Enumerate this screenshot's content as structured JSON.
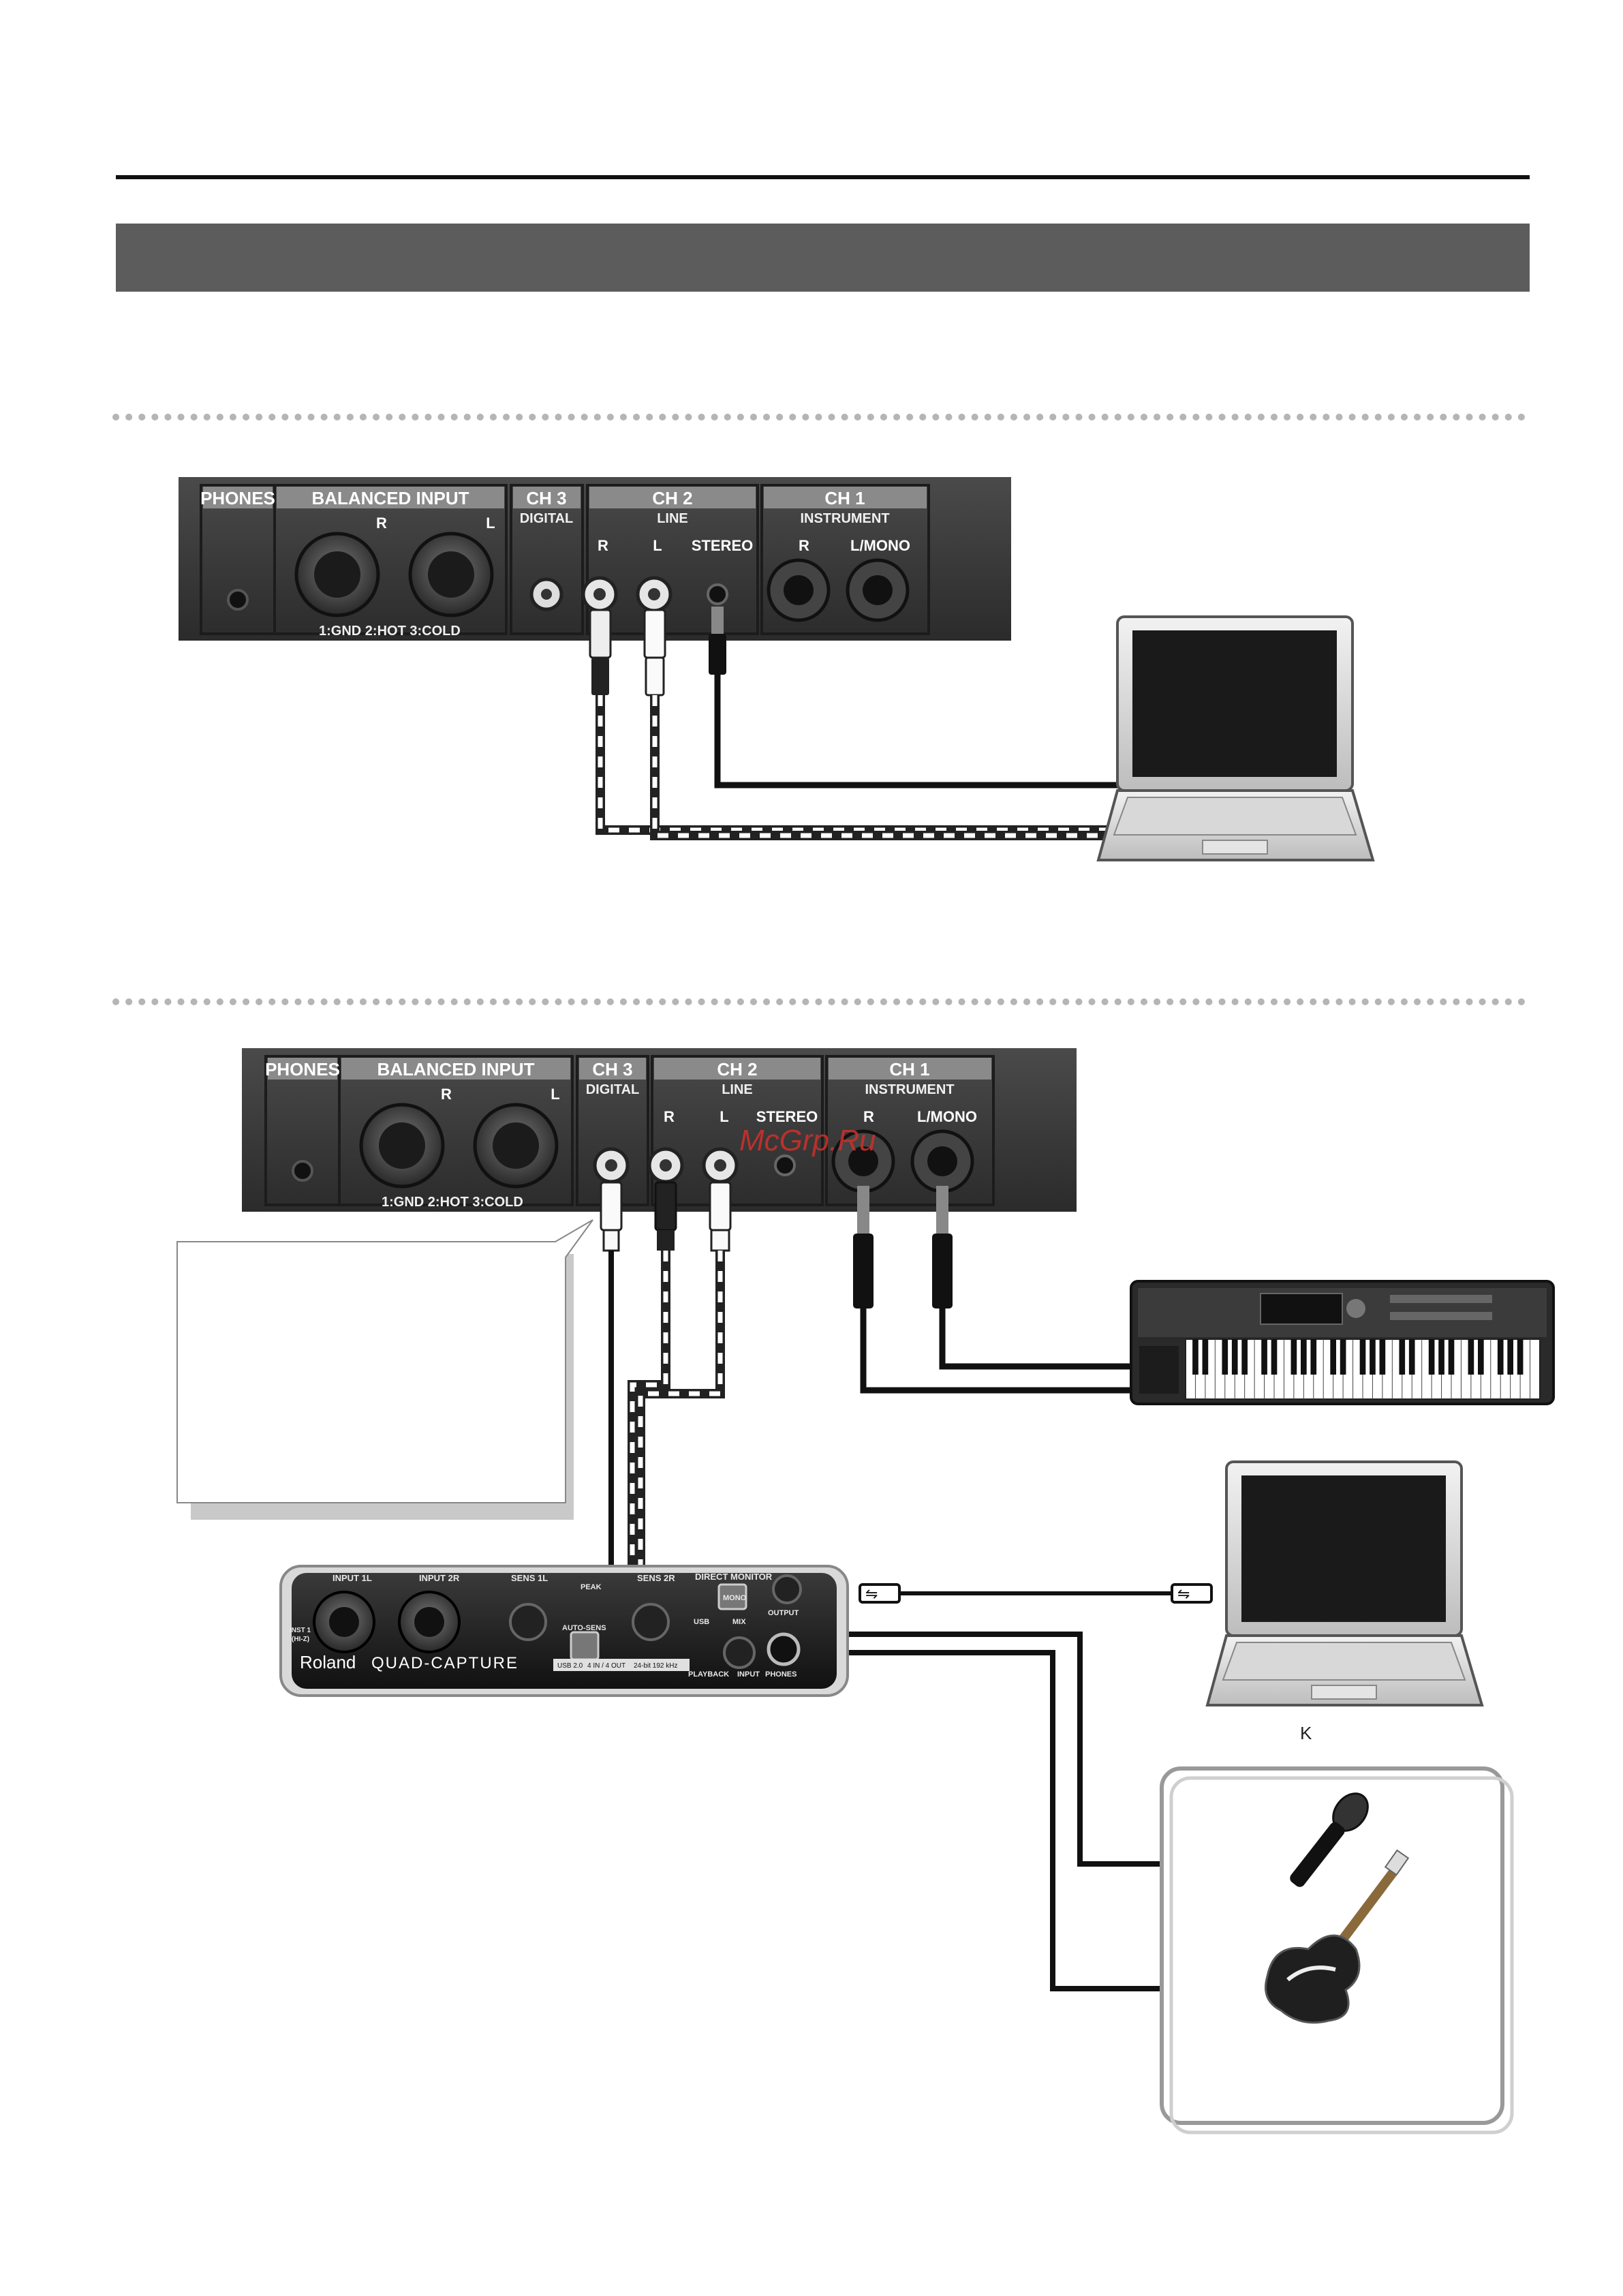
{
  "panel_top": {
    "phones": "PHONES",
    "balanced_input": "BALANCED INPUT",
    "balanced_r": "R",
    "balanced_l": "L",
    "pinout": "1:GND  2:HOT  3:COLD",
    "ch3": "CH 3",
    "ch3_sub": "DIGITAL",
    "ch2": "CH 2",
    "ch2_sub": "LINE",
    "ch2_r": "R",
    "ch2_l": "L",
    "ch2_stereo": "STEREO",
    "ch1": "CH 1",
    "ch1_sub": "INSTRUMENT",
    "ch1_r": "R",
    "ch1_lmono": "L/MONO"
  },
  "panel_bottom": {
    "phones": "PHONES",
    "balanced_input": "BALANCED INPUT",
    "balanced_r": "R",
    "balanced_l": "L",
    "pinout": "1:GND  2:HOT  3:COLD",
    "ch3": "CH 3",
    "ch3_sub": "DIGITAL",
    "ch2": "CH 2",
    "ch2_sub": "LINE",
    "ch2_r": "R",
    "ch2_l": "L",
    "ch2_stereo": "STEREO",
    "ch1": "CH 1",
    "ch1_sub": "INSTRUMENT",
    "ch1_r": "R",
    "ch1_lmono": "L/MONO"
  },
  "watermark": "McGrp.Ru",
  "interface": {
    "input1": "INPUT 1L",
    "input2": "INPUT 2R",
    "sens1": "SENS 1L",
    "sens2": "SENS 2R",
    "peak": "PEAK",
    "direct_monitor": "DIRECT MONITOR",
    "mono": "MONO",
    "usb": "USB",
    "mix": "MIX",
    "output": "OUTPUT",
    "auto_sens": "AUTO-SENS",
    "playback": "PLAYBACK",
    "input": "INPUT",
    "phones": "PHONES",
    "inst": "INST 1",
    "hiz": "(HI-Z)",
    "brand": "Roland",
    "model": "QUAD-CAPTURE",
    "spec1": "USB 2.0",
    "spec2": "4 IN / 4 OUT",
    "spec3": "24-bit 192 kHz"
  },
  "stray_char": "K"
}
